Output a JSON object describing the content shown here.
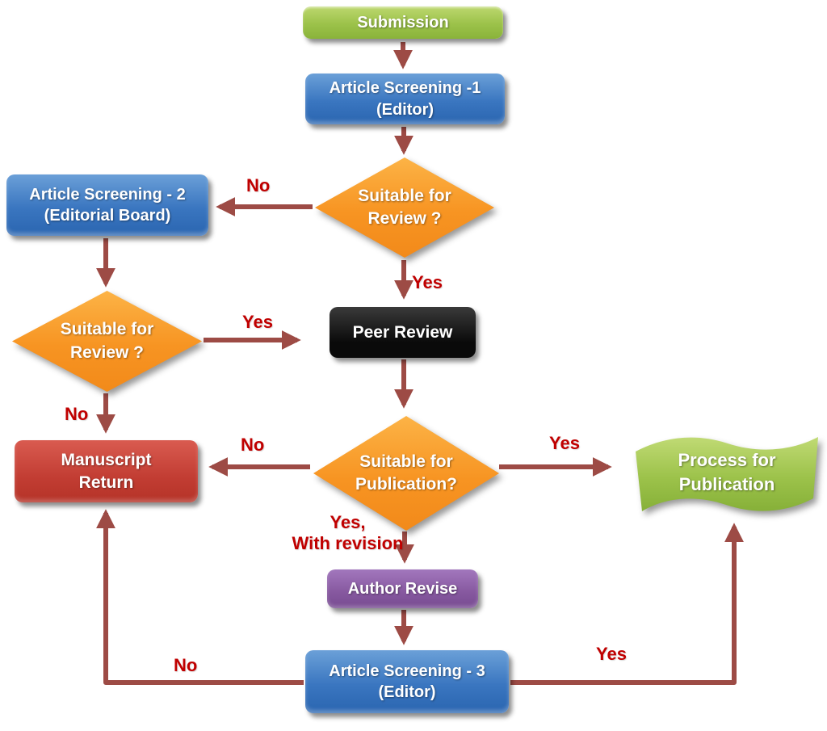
{
  "diagram": {
    "nodes": {
      "submission": {
        "label": "Submission"
      },
      "screening1": {
        "line1": "Article Screening -1",
        "line2": "(Editor)"
      },
      "review1": {
        "line1": "Suitable for",
        "line2": "Review ?"
      },
      "screening2": {
        "line1": "Article Screening - 2",
        "line2": "(Editorial Board)"
      },
      "review2": {
        "line1": "Suitable for",
        "line2": "Review ?"
      },
      "peer_review": {
        "label": "Peer Review"
      },
      "publication_decision": {
        "line1": "Suitable for",
        "line2": "Publication?"
      },
      "manuscript_return": {
        "line1": "Manuscript",
        "line2": "Return"
      },
      "process_publication": {
        "line1": "Process for",
        "line2": "Publication"
      },
      "author_revise": {
        "label": "Author Revise"
      },
      "screening3": {
        "line1": "Article Screening - 3",
        "line2": "(Editor)"
      }
    },
    "labels": {
      "screening1_no": "No",
      "review1_yes": "Yes",
      "review2_yes": "Yes",
      "review2_no": "No",
      "publication_no": "No",
      "publication_yes": "Yes",
      "revision_line1": "Yes,",
      "revision_line2": "With revision",
      "screening3_no": "No",
      "screening3_yes": "Yes"
    },
    "colors": {
      "green": "#9cc24a",
      "blue": "#3a76c0",
      "orange": "#f79422",
      "black": "#0a0a0a",
      "red": "#c23d33",
      "purple": "#86589f",
      "arrow": "#9d4b45",
      "edge_label_red": "#c00000"
    }
  }
}
